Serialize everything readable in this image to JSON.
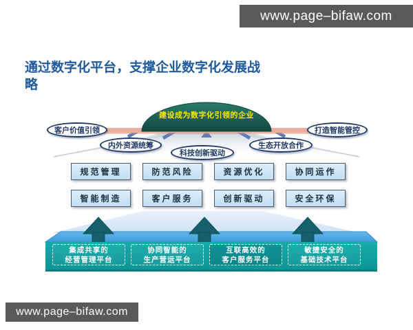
{
  "watermarks": {
    "top": "www.page–bifaw.com",
    "bottom": "www.page–bifaw.com"
  },
  "title": "通过数字化平台，支撑企业数字化发展战略",
  "vision": "建设成为数字化引领的企业",
  "drivers": {
    "left": "客户价值引领",
    "right": "打造智能管控",
    "mid": [
      "内外资源统筹",
      "科技创新驱动",
      "生态开放合作"
    ]
  },
  "capabilities": {
    "row1": [
      "规范管理",
      "防范风险",
      "资源优化",
      "协同运作"
    ],
    "row2": [
      "智能制造",
      "客户服务",
      "创新驱动",
      "安全环保"
    ]
  },
  "platforms": [
    {
      "line1": "集成共享的",
      "line2": "经营管理平台"
    },
    {
      "line1": "协同智能的",
      "line2": "生产营运平台"
    },
    {
      "line1": "互联高效的",
      "line2": "客户服务平台"
    },
    {
      "line1": "敏捷安全的",
      "line2": "基础技术平台"
    }
  ],
  "colors": {
    "title_blue": "#1E5A9C",
    "dome_green": "#1B5E53",
    "dome_text_yellow": "#FFE800",
    "salmon_bar": "#E9AC9F",
    "navy_outline": "#1F3864",
    "capability_box_fill": "#CBE2F6",
    "platform_teal": "#10A2A2",
    "platform_top_blue": "#47A7E0",
    "arrow_teal": "#15606C",
    "watermark_bg": "#595959"
  }
}
